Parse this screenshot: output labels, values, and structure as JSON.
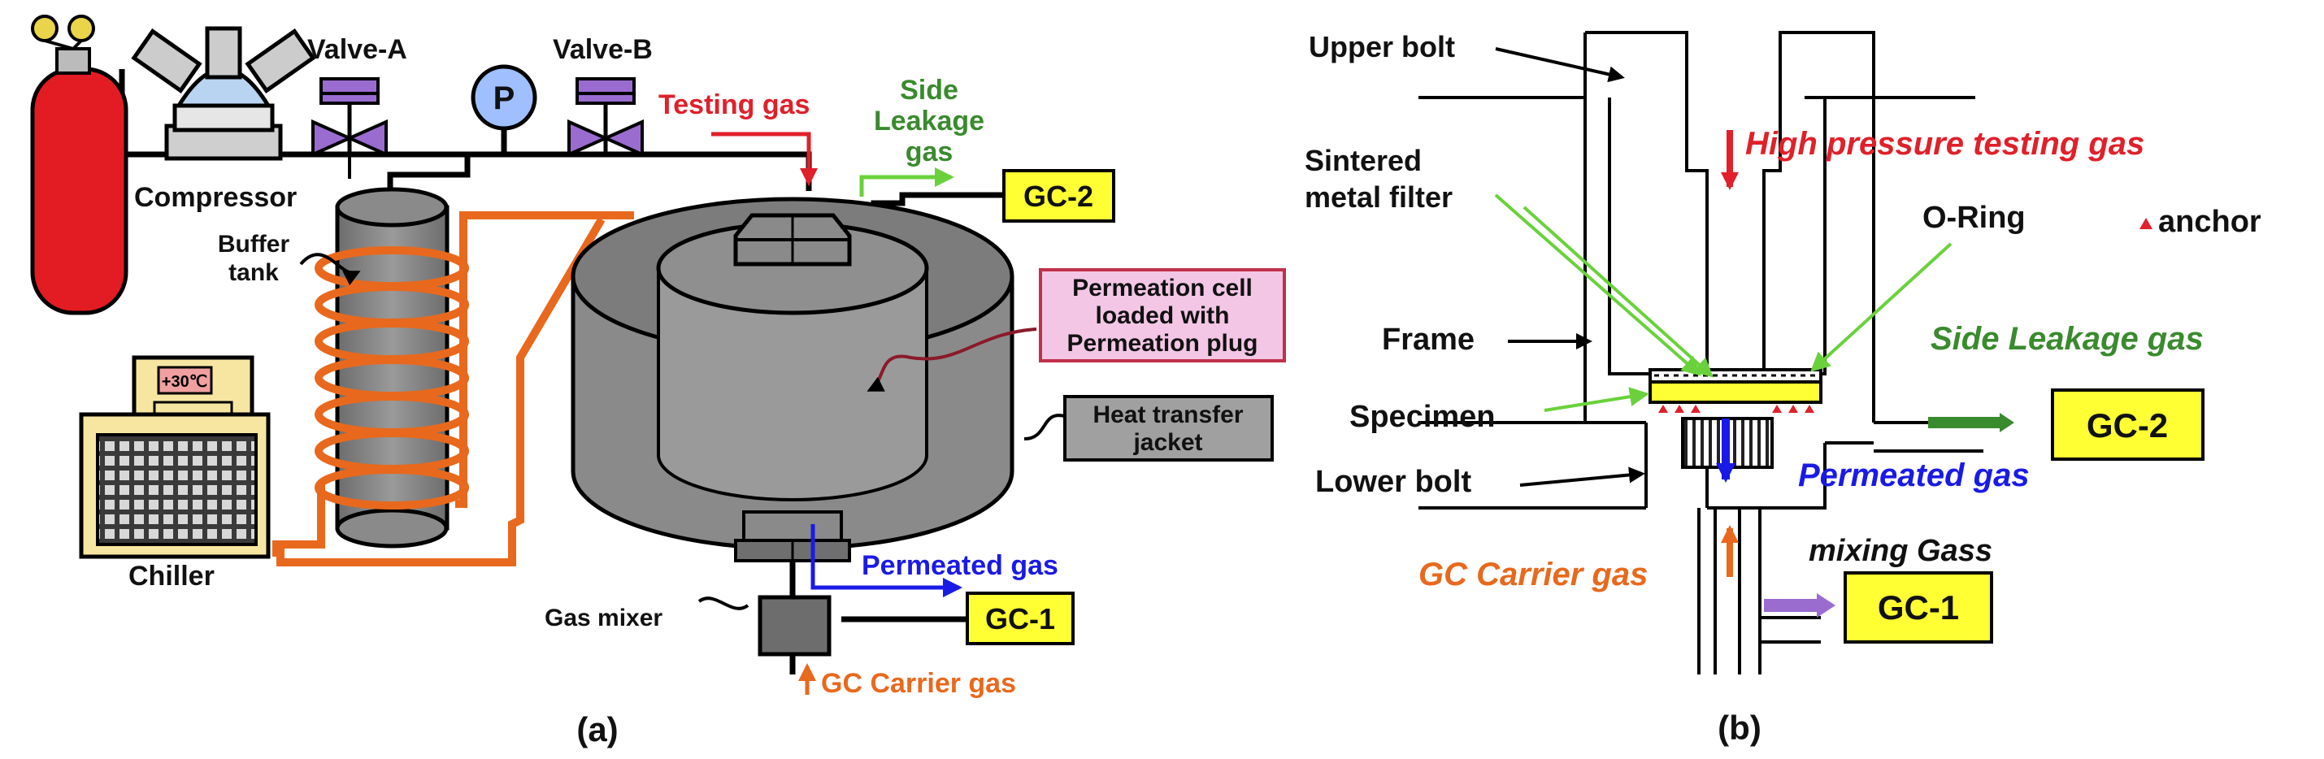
{
  "panel_a": {
    "caption": "(a)",
    "labels": {
      "valve_a": "Valve-A",
      "valve_b": "Valve-B",
      "pressure_gauge": "P",
      "compressor": "Compressor",
      "buffer_tank": "Buffer tank",
      "chiller": "Chiller",
      "chiller_display": "+30℃",
      "testing_gas": "Testing gas",
      "side_leakage_gas": "Side Leakage gas",
      "gc2": "GC-2",
      "gc1": "GC-1",
      "permeation_cell": "Permeation cell loaded with Permeation plug",
      "heat_transfer_jacket": "Heat transfer jacket",
      "permeated_gas": "Permeated gas",
      "gas_mixer": "Gas mixer",
      "gc_carrier_gas": "GC Carrier gas"
    }
  },
  "panel_b": {
    "caption": "(b)",
    "labels": {
      "upper_bolt": "Upper bolt",
      "high_pressure_testing_gas": "High pressure testing gas",
      "sintered_metal_filter": "Sintered metal filter",
      "o_ring": "O-Ring",
      "anchor": "anchor",
      "frame": "Frame",
      "side_leakage_gas": "Side Leakage gas",
      "specimen": "Specimen",
      "gc2": "GC-2",
      "lower_bolt": "Lower bolt",
      "permeated_gas": "Permeated gas",
      "mixing_gas": "mixing Gass",
      "gc_carrier_gas": "GC Carrier gas",
      "gc1": "GC-1"
    }
  },
  "colors": {
    "red_gas": "#e0202a",
    "green_gas": "#3a8a2e",
    "blue_gas": "#1a1ae6",
    "orange_gas": "#e8691d",
    "gc_box_fill": "#ffff33",
    "cylinder_red": "#e31b23",
    "valve_purple": "#9a6cd0",
    "gauge_blue": "#9fbfff",
    "callout_pink": "#f3c6e6",
    "callout_pink_border": "#c0304a",
    "callout_gray": "#a0a0a0",
    "chiller_yellow": "#f7e6a2"
  }
}
